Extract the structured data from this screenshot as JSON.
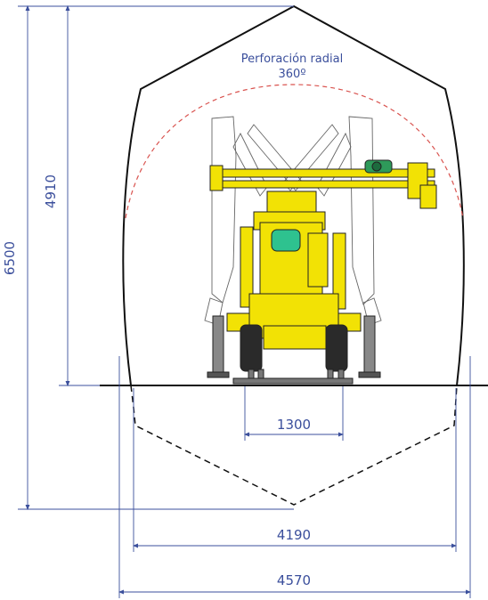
{
  "annotations": {
    "radial_label_line1": "Perforación radial",
    "radial_label_line2": "360º"
  },
  "dimensions": {
    "total_height": "6500",
    "work_height": "4910",
    "wheel_track": "1300",
    "inner_width": "4190",
    "outer_width": "4570"
  },
  "colors": {
    "dimension": "#3b4f9c",
    "tunnel": "#111111",
    "machine_yellow": "#f2e205",
    "radial_arc": "#d9534f",
    "ghost_outline": "#555555"
  }
}
